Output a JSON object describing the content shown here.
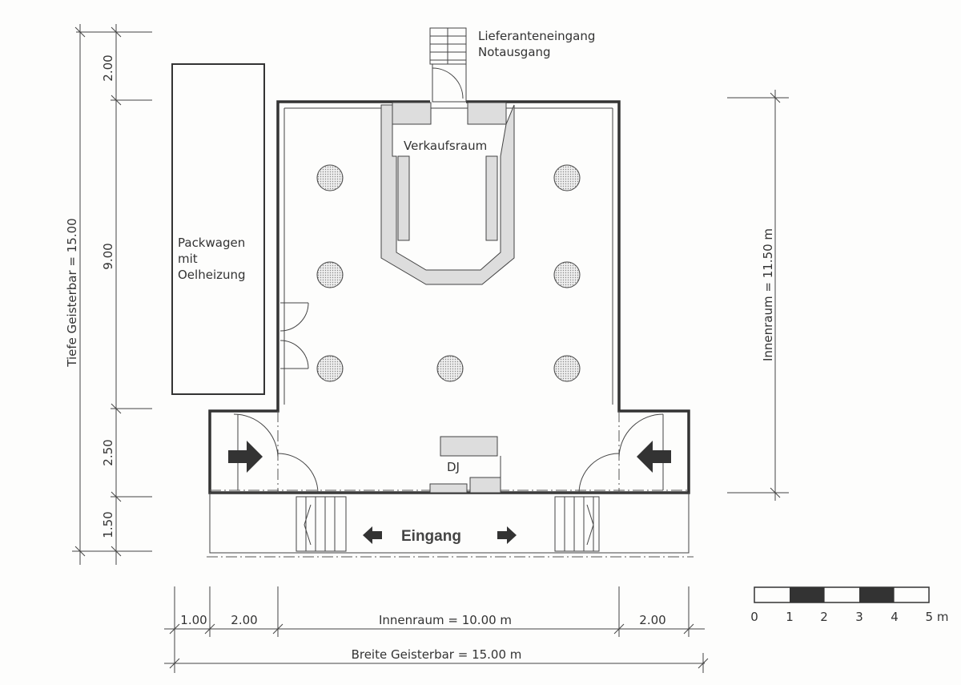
{
  "labels": {
    "supplier_entrance": "Lieferanteneingang",
    "emergency_exit": "Notausgang",
    "sales_room": "Verkaufsraum",
    "trailer_line1": "Packwagen",
    "trailer_line2": "mit",
    "trailer_line3": "Oelheizung",
    "dj": "DJ",
    "entrance": "Eingang"
  },
  "dimensions": {
    "depth_total": "Tiefe Geisterbar = 15.00",
    "depth_segments": [
      "2.00",
      "9.00",
      "2.50",
      "1.50"
    ],
    "interior_depth": "Innenraum = 11.50 m",
    "width_segments": [
      "1.00",
      "2.00",
      "Innenraum = 10.00 m",
      "2.00"
    ],
    "width_total": "Breite Geisterbar = 15.00 m"
  },
  "scale_bar": {
    "ticks": [
      "0",
      "1",
      "2",
      "3",
      "4",
      "5 m"
    ]
  },
  "colors": {
    "line": "#333333",
    "hatch": "#dddddd",
    "arrow": "#333333"
  }
}
